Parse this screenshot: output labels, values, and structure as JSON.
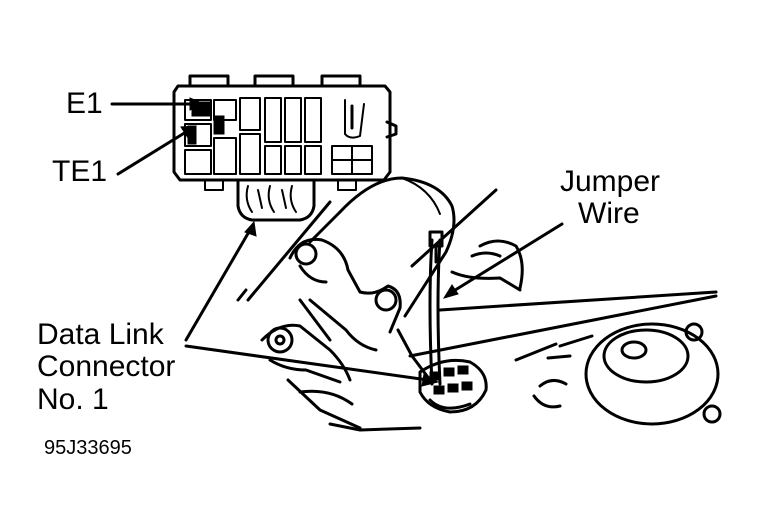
{
  "labels": {
    "e1": "E1",
    "te1": "TE1",
    "jumper_wire_line1": "Jumper",
    "jumper_wire_line2": "Wire",
    "dlc_line1": "Data Link",
    "dlc_line2": "Connector",
    "dlc_line3": "No. 1",
    "figure_id": "95J33695"
  },
  "colors": {
    "ink": "#000000",
    "background": "#ffffff"
  }
}
